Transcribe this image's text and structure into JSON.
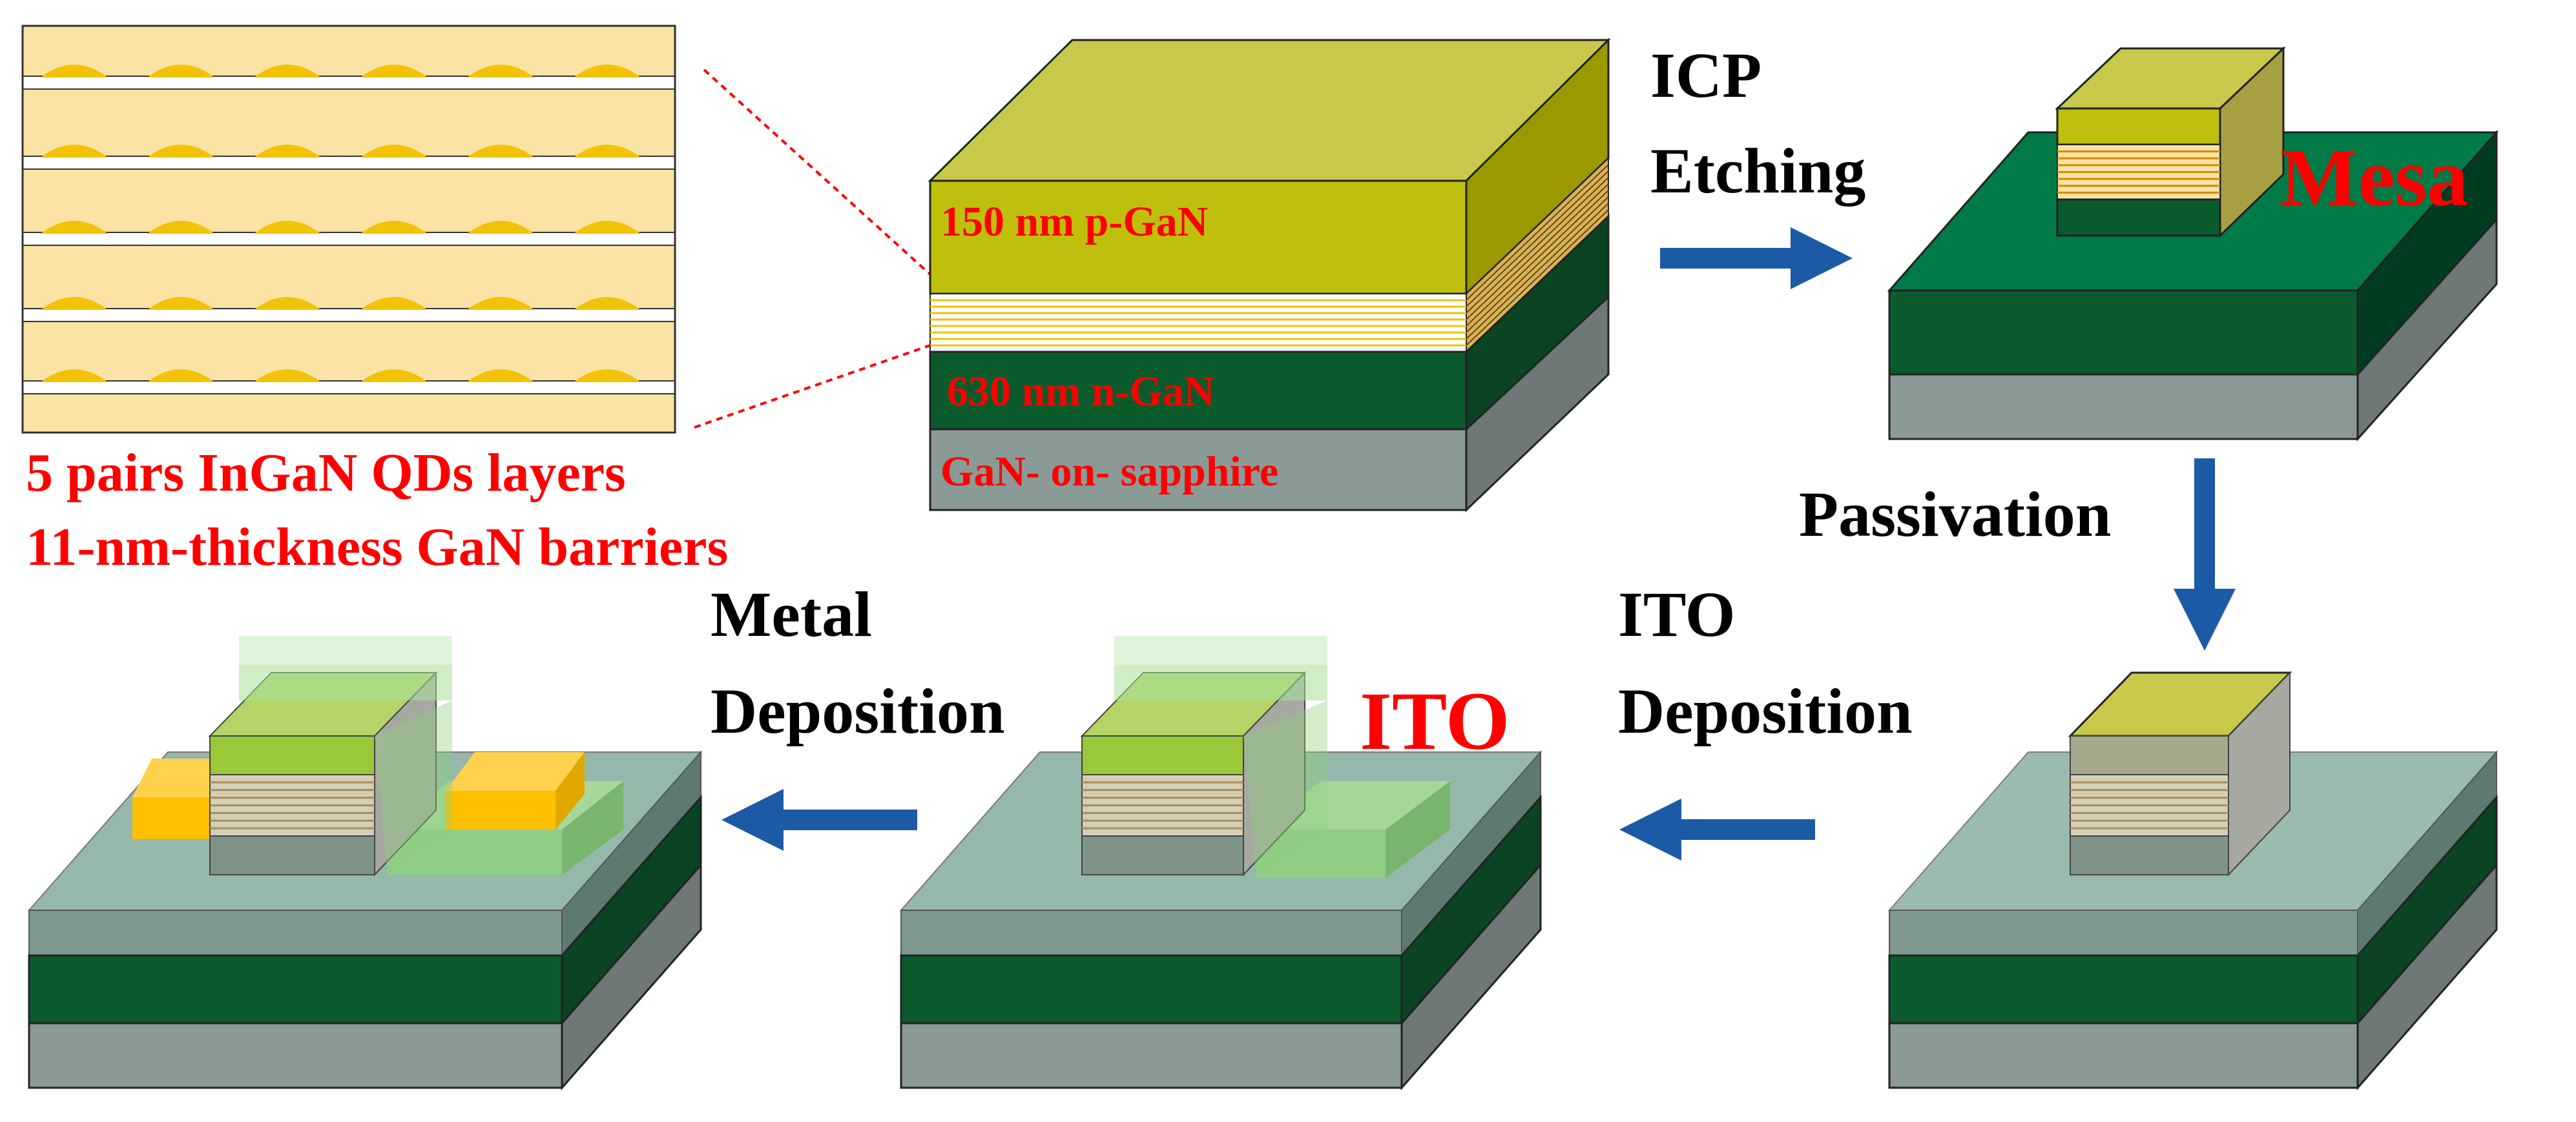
{
  "diagram": {
    "qd_caption_line1": "5 pairs InGaN QDs layers",
    "qd_caption_line2": "11-nm-thickness GaN barriers",
    "layer_pgan": "150 nm p-GaN",
    "layer_ngan": "630 nm n-GaN",
    "layer_substrate": "GaN- on- sapphire",
    "step_icp_line1": "ICP",
    "step_icp_line2": "Etching",
    "mesa_label": "Mesa",
    "step_passivation": "Passivation",
    "step_ito_line1": "ITO",
    "step_ito_line2": "Deposition",
    "ito_label": "ITO",
    "step_metal_line1": "Metal",
    "step_metal_line2": "Deposition"
  },
  "colors": {
    "p_gan": "#bfbf0d",
    "n_gan": "#0b5a2c",
    "sapphire": "#8a9b97",
    "qd_band": "#fbe3a6",
    "qd_dot": "#f2c207",
    "passivation": "#95b8aa",
    "ito": "#8fd080",
    "metal": "#ffc000",
    "arrow": "#1c5aa6",
    "label_red": "#ff0000"
  }
}
